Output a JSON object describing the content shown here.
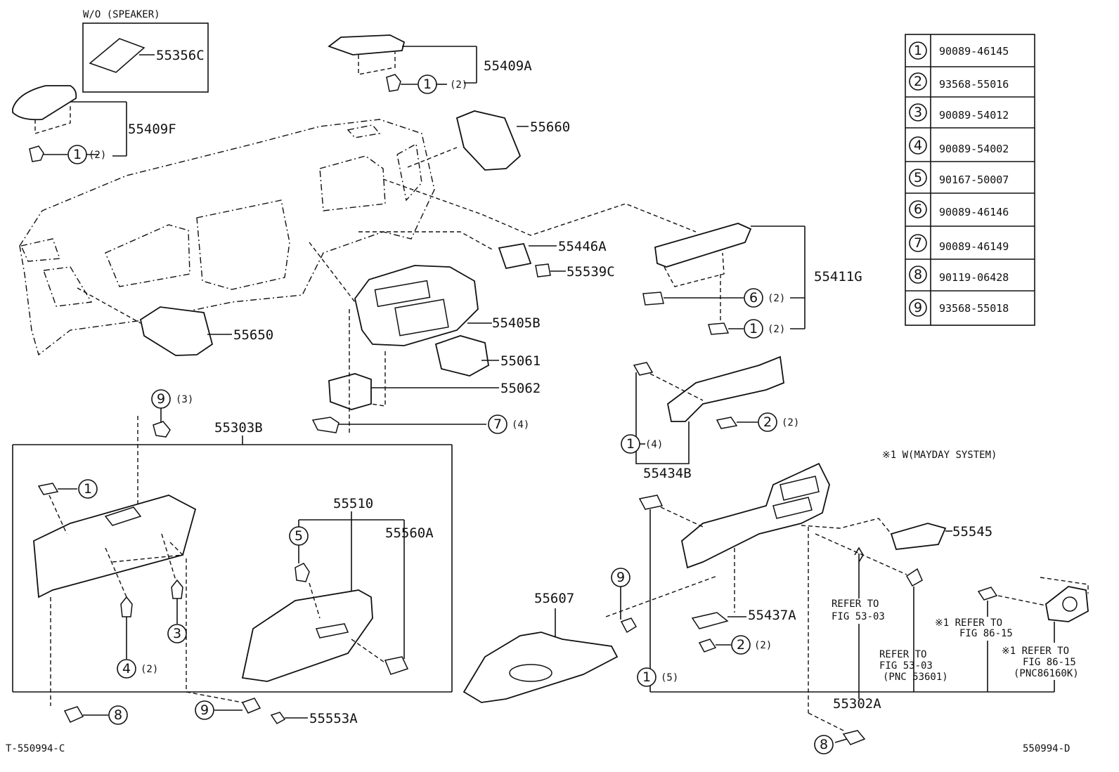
{
  "diagram": {
    "wo_speaker_label": "W/O (SPEAKER)",
    "mayday_note": "※1 W(MAYDAY SYSTEM)",
    "footer_left": "T-550994-C",
    "footer_right": "550994-D",
    "part_labels": {
      "p55356C": "55356C",
      "p55409A": "55409A",
      "p55409F": "55409F",
      "p55660": "55660",
      "p55446A": "55446A",
      "p55539C": "55539C",
      "p55411G": "55411G",
      "p55405B": "55405B",
      "p55650": "55650",
      "p55061": "55061",
      "p55062": "55062",
      "p55434B": "55434B",
      "p55303B": "55303B",
      "p55510": "55510",
      "p55560A": "55560A",
      "p55545": "55545",
      "p55607": "55607",
      "p55437A": "55437A",
      "p55302A": "55302A",
      "p55553A": "55553A"
    },
    "qty": {
      "q2": "(2)",
      "q3": "(3)",
      "q4": "(4)",
      "q5": "(5)"
    },
    "refs": {
      "r1a": "REFER TO",
      "r1b": "FIG 53-03",
      "r2a": "※1 REFER TO",
      "r2b": "FIG 86-15",
      "r3a": "REFER TO",
      "r3b": "FIG 53-03",
      "r3c": "(PNC 53601)",
      "r4a": "※1 REFER TO",
      "r4b": "FIG 86-15",
      "r4c": "(PNC86160K)"
    },
    "callouts": [
      "1",
      "2",
      "3",
      "4",
      "5",
      "6",
      "7",
      "8",
      "9"
    ],
    "parts_table": [
      {
        "key": "1",
        "part": "90089-46145"
      },
      {
        "key": "2",
        "part": "93568-55016"
      },
      {
        "key": "3",
        "part": "90089-54012"
      },
      {
        "key": "4",
        "part": "90089-54002"
      },
      {
        "key": "5",
        "part": "90167-50007"
      },
      {
        "key": "6",
        "part": "90089-46146"
      },
      {
        "key": "7",
        "part": "90089-46149"
      },
      {
        "key": "8",
        "part": "90119-06428"
      },
      {
        "key": "9",
        "part": "93568-55018"
      }
    ]
  }
}
